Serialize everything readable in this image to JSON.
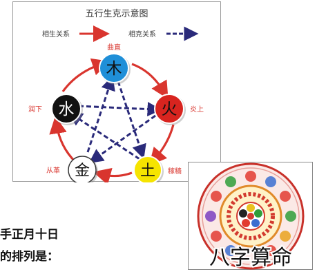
{
  "diagram": {
    "title": "五行生克示意图",
    "legend_sheng": "相生关系",
    "legend_ke": "相克关系",
    "elements": {
      "wood": {
        "char": "木",
        "label": "曲直",
        "color": "#1f8fd8"
      },
      "fire": {
        "char": "火",
        "label": "炎上",
        "color": "#d8241f"
      },
      "earth": {
        "char": "土",
        "label": "稼穑",
        "color": "#f6e400"
      },
      "metal": {
        "char": "金",
        "label": "从革",
        "color": "#ffffff"
      },
      "water": {
        "char": "水",
        "label": "润下",
        "color": "#111111"
      }
    },
    "sheng_color": "#d9352e",
    "ke_color": "#2a2a7a"
  },
  "article": {
    "line1": "手正月十日",
    "line2": "的排列是："
  },
  "bazi_image": {
    "caption": "八字算命"
  }
}
